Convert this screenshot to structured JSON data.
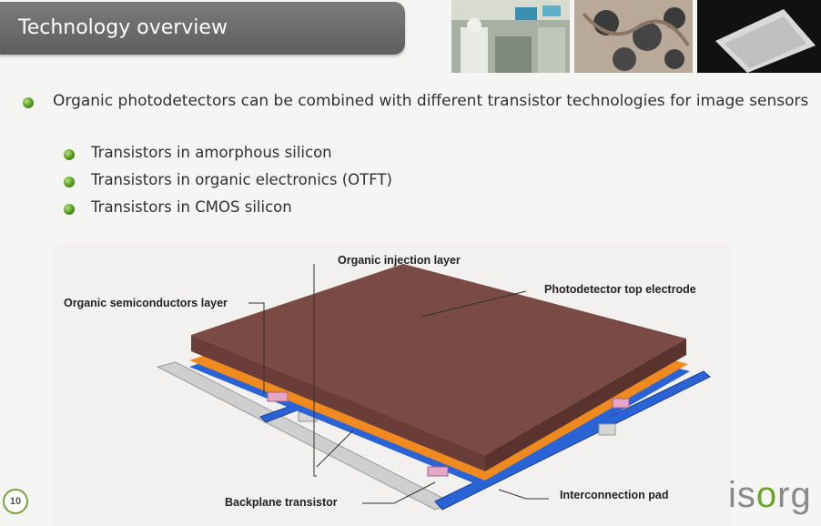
{
  "header": {
    "title": "Technology overview"
  },
  "bullets": {
    "main": "Organic photodetectors can be combined with different transistor technologies for image sensors",
    "sub": [
      "Transistors in amorphous silicon",
      "Transistors in organic electronics (OTFT)",
      "Transistors in CMOS silicon"
    ]
  },
  "diagram": {
    "labels": {
      "organic_injection_layer": "Organic injection layer",
      "photodetector_top_electrode": "Photodetector top electrode",
      "organic_semiconductors_layer": "Organic semiconductors layer",
      "interconnection_pad": "Interconnection pad",
      "backplane_transistor": "Backplane transistor"
    },
    "colors": {
      "top_electrode": "#7a4a44",
      "injection": "#f0e442",
      "semiconductor": "#f08a1e",
      "bus": "#2a63d6",
      "backplane": "#c9c9c9",
      "transistor": "#e6a6c8"
    }
  },
  "footer": {
    "page_number": "10",
    "logo_prefix": "is",
    "logo_o": "o",
    "logo_suffix": "rg"
  }
}
